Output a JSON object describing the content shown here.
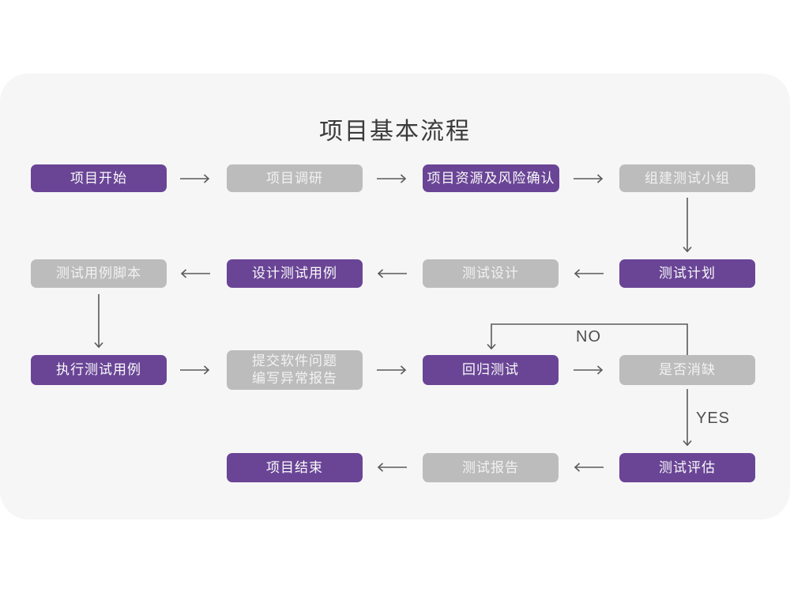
{
  "title": "项目基本流程",
  "colors": {
    "primary_purple": "#6a4596",
    "secondary_gray": "#bcbcbc",
    "canvas_background": "#f6f6f7",
    "arrow_gray": "#5a5a5c",
    "title_text": "#3b3b3b"
  },
  "flowchart": {
    "nodes": [
      {
        "id": "project-start",
        "label": "项目开始",
        "style": "primary"
      },
      {
        "id": "project-research",
        "label": "项目调研",
        "style": "secondary"
      },
      {
        "id": "resources-risk-confirm",
        "label": "项目资源及风险确认",
        "style": "primary"
      },
      {
        "id": "form-test-team",
        "label": "组建测试小组",
        "style": "secondary"
      },
      {
        "id": "test-plan",
        "label": "测试计划",
        "style": "primary"
      },
      {
        "id": "test-design",
        "label": "测试设计",
        "style": "secondary"
      },
      {
        "id": "design-test-cases",
        "label": "设计测试用例",
        "style": "primary"
      },
      {
        "id": "test-case-script",
        "label": "测试用例脚本",
        "style": "secondary"
      },
      {
        "id": "execute-test-cases",
        "label": "执行测试用例",
        "style": "primary"
      },
      {
        "id": "submit-issues-report",
        "label": "提交软件问题\n编写异常报告",
        "style": "secondary"
      },
      {
        "id": "regression-test",
        "label": "回归测试",
        "style": "primary"
      },
      {
        "id": "defect-cleared-decision",
        "label": "是否消缺",
        "style": "secondary"
      },
      {
        "id": "test-evaluation",
        "label": "测试评估",
        "style": "primary"
      },
      {
        "id": "test-report",
        "label": "测试报告",
        "style": "secondary"
      },
      {
        "id": "project-end",
        "label": "项目结束",
        "style": "primary"
      }
    ],
    "edges": [
      {
        "from": "project-start",
        "to": "project-research"
      },
      {
        "from": "project-research",
        "to": "resources-risk-confirm"
      },
      {
        "from": "resources-risk-confirm",
        "to": "form-test-team"
      },
      {
        "from": "form-test-team",
        "to": "test-plan"
      },
      {
        "from": "test-plan",
        "to": "test-design"
      },
      {
        "from": "test-design",
        "to": "design-test-cases"
      },
      {
        "from": "design-test-cases",
        "to": "test-case-script"
      },
      {
        "from": "test-case-script",
        "to": "execute-test-cases"
      },
      {
        "from": "execute-test-cases",
        "to": "submit-issues-report"
      },
      {
        "from": "submit-issues-report",
        "to": "regression-test"
      },
      {
        "from": "regression-test",
        "to": "defect-cleared-decision"
      },
      {
        "from": "defect-cleared-decision",
        "to": "regression-test",
        "label": "NO"
      },
      {
        "from": "defect-cleared-decision",
        "to": "test-evaluation",
        "label": "YES"
      },
      {
        "from": "test-evaluation",
        "to": "test-report"
      },
      {
        "from": "test-report",
        "to": "project-end"
      }
    ],
    "decision_labels": {
      "no": "NO",
      "yes": "YES"
    }
  }
}
